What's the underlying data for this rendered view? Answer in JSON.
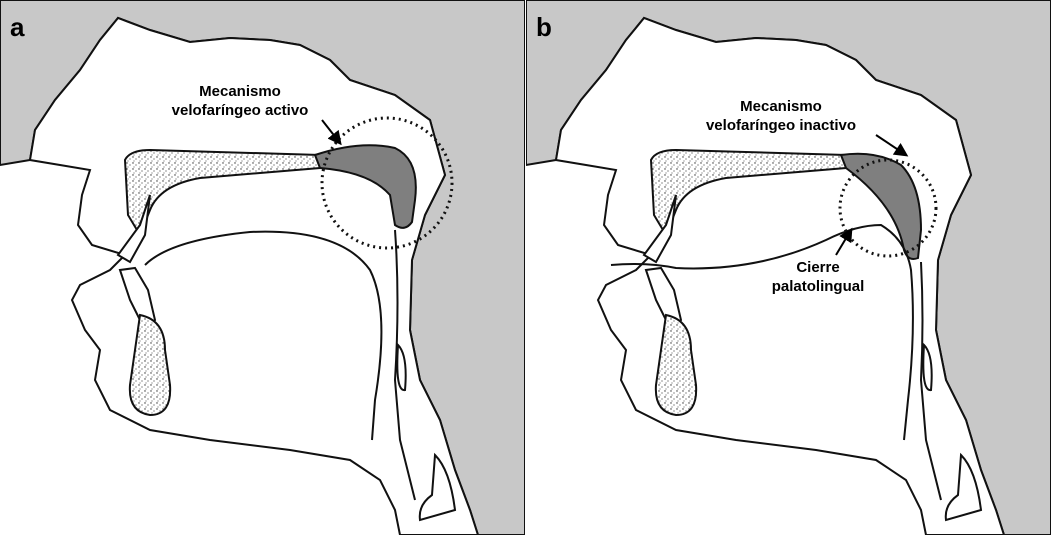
{
  "panels": [
    {
      "letter": "a",
      "label": [
        "Mecanismo",
        "velofaríngeo activo"
      ]
    },
    {
      "letter": "b",
      "label_top": [
        "Mecanismo",
        "velofaríngeo inactivo"
      ],
      "label_bottom": [
        "Cierre",
        "palatolingual"
      ]
    }
  ],
  "colors": {
    "tissue_gray": "#c8c8c8",
    "velum_dark": "#7f7f7f",
    "outline": "#111111"
  }
}
